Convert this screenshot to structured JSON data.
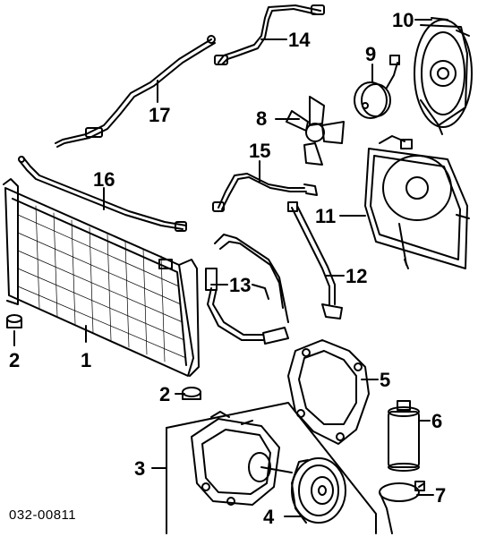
{
  "diagram_code": "032-00811",
  "callouts": {
    "c1": "1",
    "c2a": "2",
    "c2b": "2",
    "c3": "3",
    "c4": "4",
    "c5": "5",
    "c6": "6",
    "c7": "7",
    "c8": "8",
    "c9": "9",
    "c10": "10",
    "c11": "11",
    "c12": "12",
    "c13": "13",
    "c14": "14",
    "c15": "15",
    "c16": "16",
    "c17": "17"
  }
}
